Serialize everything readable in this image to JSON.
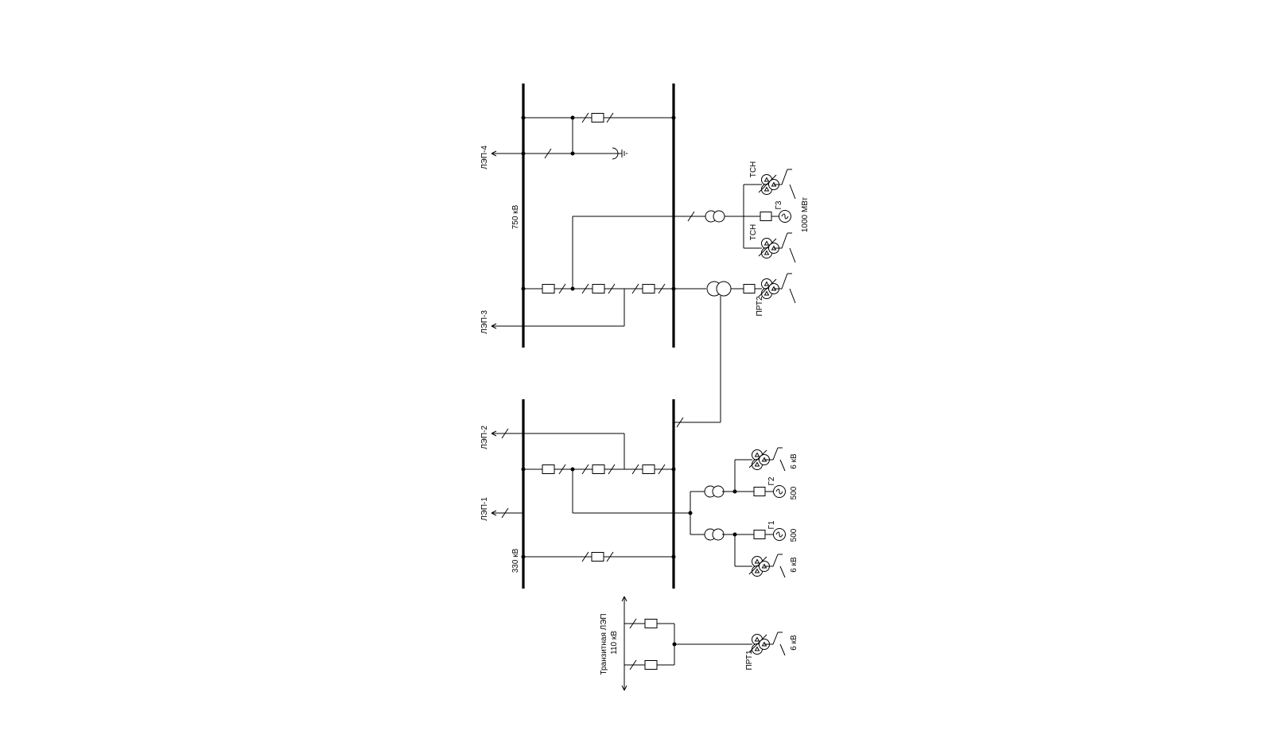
{
  "labels": {
    "lep4": "ЛЭП-4",
    "lep3": "ЛЭП-3",
    "lep2": "ЛЭП-2",
    "lep1": "ЛЭП-1",
    "v750": "750 кВ",
    "v330": "330 кВ",
    "tsn_top": "ТСН",
    "tsn_bottom": "ТСН",
    "g3": "Г3",
    "g3_power": "1000 МВт",
    "prt2": "ПРТ2",
    "g2": "Г2",
    "g2_power": "500",
    "g1": "Г1",
    "g1_power": "500",
    "kv6_g2": "6 кВ",
    "kv6_g1": "6 кВ",
    "transit_line1": "Транзитная ЛЭП",
    "transit_line2": "110 кВ",
    "prt1": "ПРТ1",
    "kv6_prt1": "6 кВ"
  }
}
